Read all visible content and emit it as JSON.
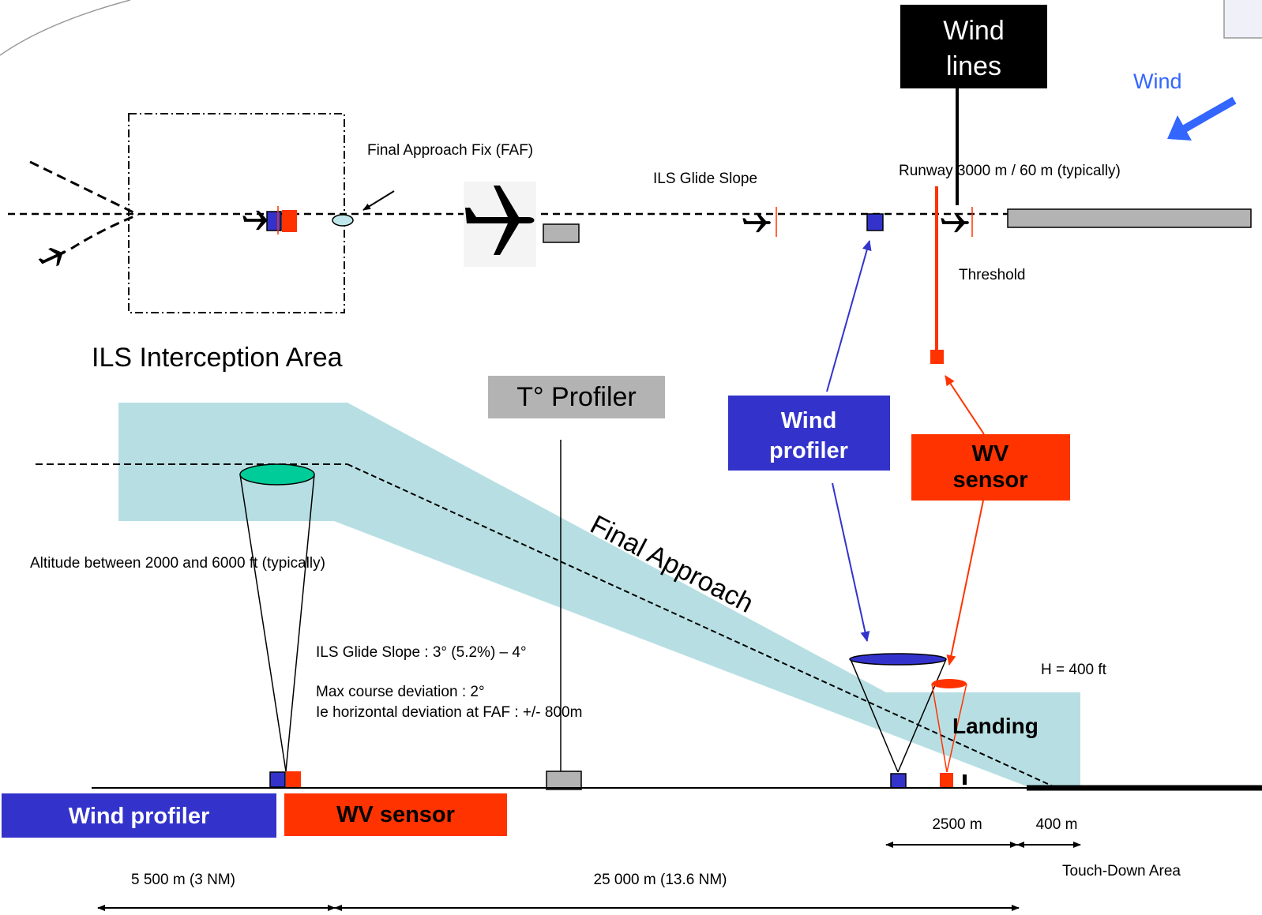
{
  "labels": {
    "wind_lines_line1": "Wind",
    "wind_lines_line2": "lines",
    "wind": "Wind",
    "faf": "Final Approach Fix (FAF)",
    "ils_glide_slope_top": "ILS Glide Slope",
    "runway": "Runway  3000 m / 60 m (typically)",
    "threshold": "Threshold",
    "ils_interception_area": "ILS Interception Area",
    "t_profiler": "T° Profiler",
    "wind_profiler_box_line1": "Wind",
    "wind_profiler_box_line2": "profiler",
    "wv_sensor_box_line1": "WV",
    "wv_sensor_box_line2": "sensor",
    "final_approach": "Final Approach",
    "altitude": "Altitude between 2000 and 6000 ft (typically)",
    "glide_slope_detail": "ILS Glide Slope : 3° (5.2%) – 4°",
    "max_course_deviation": "Max course deviation : 2°",
    "horizontal_deviation": "Ie horizontal deviation at FAF : +/- 800m",
    "h_400": "H = 400 ft",
    "landing": "Landing",
    "legend_wind_profiler": "Wind profiler",
    "legend_wv_sensor": "WV sensor",
    "dist_2500": "2500 m",
    "dist_400": "400 m",
    "touch_down": "Touch-Down Area",
    "dist_5500": "5 500 m (3 NM)",
    "dist_25000": "25 000 m (13.6 NM)"
  },
  "colors": {
    "wind_profiler_blue": "#3333cc",
    "wv_sensor_red": "#ff3300",
    "corridor_cyan": "#b7dfe3",
    "wind_arrow_blue": "#3366ff",
    "gray_box": "#b3b3b3",
    "cone_top_green": "#00cc99"
  },
  "icons": [
    "airplane-icon",
    "wind-arrow-icon"
  ]
}
